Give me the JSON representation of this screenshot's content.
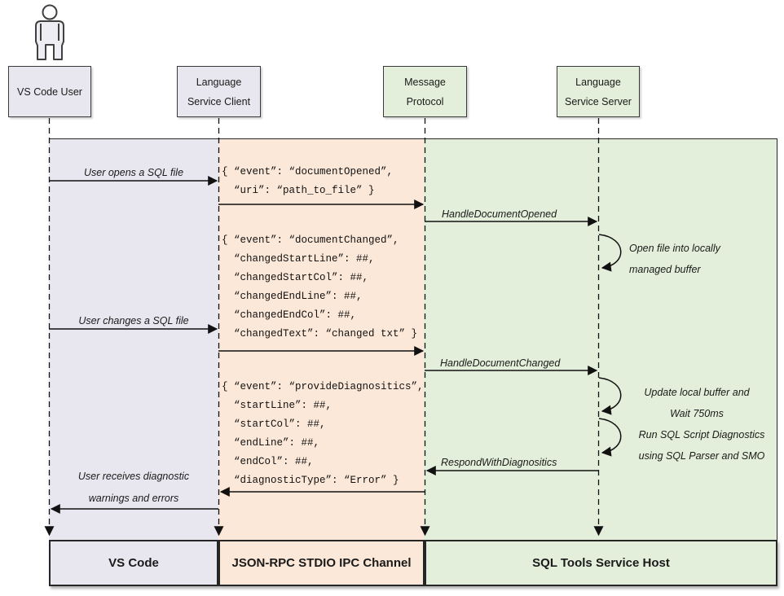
{
  "header_boxes": {
    "user": "VS Code User",
    "client": "Language\nService Client",
    "protocol": "Message\nProtocol",
    "server": "Language\nService Server"
  },
  "messages": {
    "open_file": "User opens a SQL file",
    "doc_opened_json": "{ “event”: “documentOpened”,\n  “uri”: “path_to_file” }",
    "handle_doc_opened": "HandleDocumentOpened",
    "open_buffer_note": "Open file into locally\nmanaged buffer",
    "doc_changed_json": "{ “event”: “documentChanged”,\n  “changedStartLine”: ##,\n  “changedStartCol”: ##,\n  “changedEndLine”: ##,\n  “changedEndCol”: ##,\n  “changedText”: “changed txt” }",
    "change_file": "User changes a SQL file",
    "handle_doc_changed": "HandleDocumentChanged",
    "update_buffer_note": "Update local buffer and\nWait 750ms",
    "run_diagnostics_note": "Run SQL Script Diagnostics\nusing SQL Parser and SMO",
    "respond_with_diagnostics": "RespondWithDiagnositics",
    "provide_diagnostics_json": "{ “event”: “provideDiagnositics”,\n  “startLine”: ##,\n  “startCol”: ##,\n  “endLine”: ##,\n  “endCol”: ##,\n  “diagnosticType”: “Error” }",
    "receive_diagnostics": "User receives diagnostic\nwarnings and errors"
  },
  "bottom_boxes": {
    "vscode": "VS Code",
    "ipc": "JSON-RPC STDIO IPC Channel",
    "host": "SQL Tools Service Host"
  },
  "colors": {
    "lavender_lane": "#e8e7ef",
    "peach_lane": "#fce8d8",
    "green_lane": "#e3efda",
    "line": "#1a1a1a"
  }
}
